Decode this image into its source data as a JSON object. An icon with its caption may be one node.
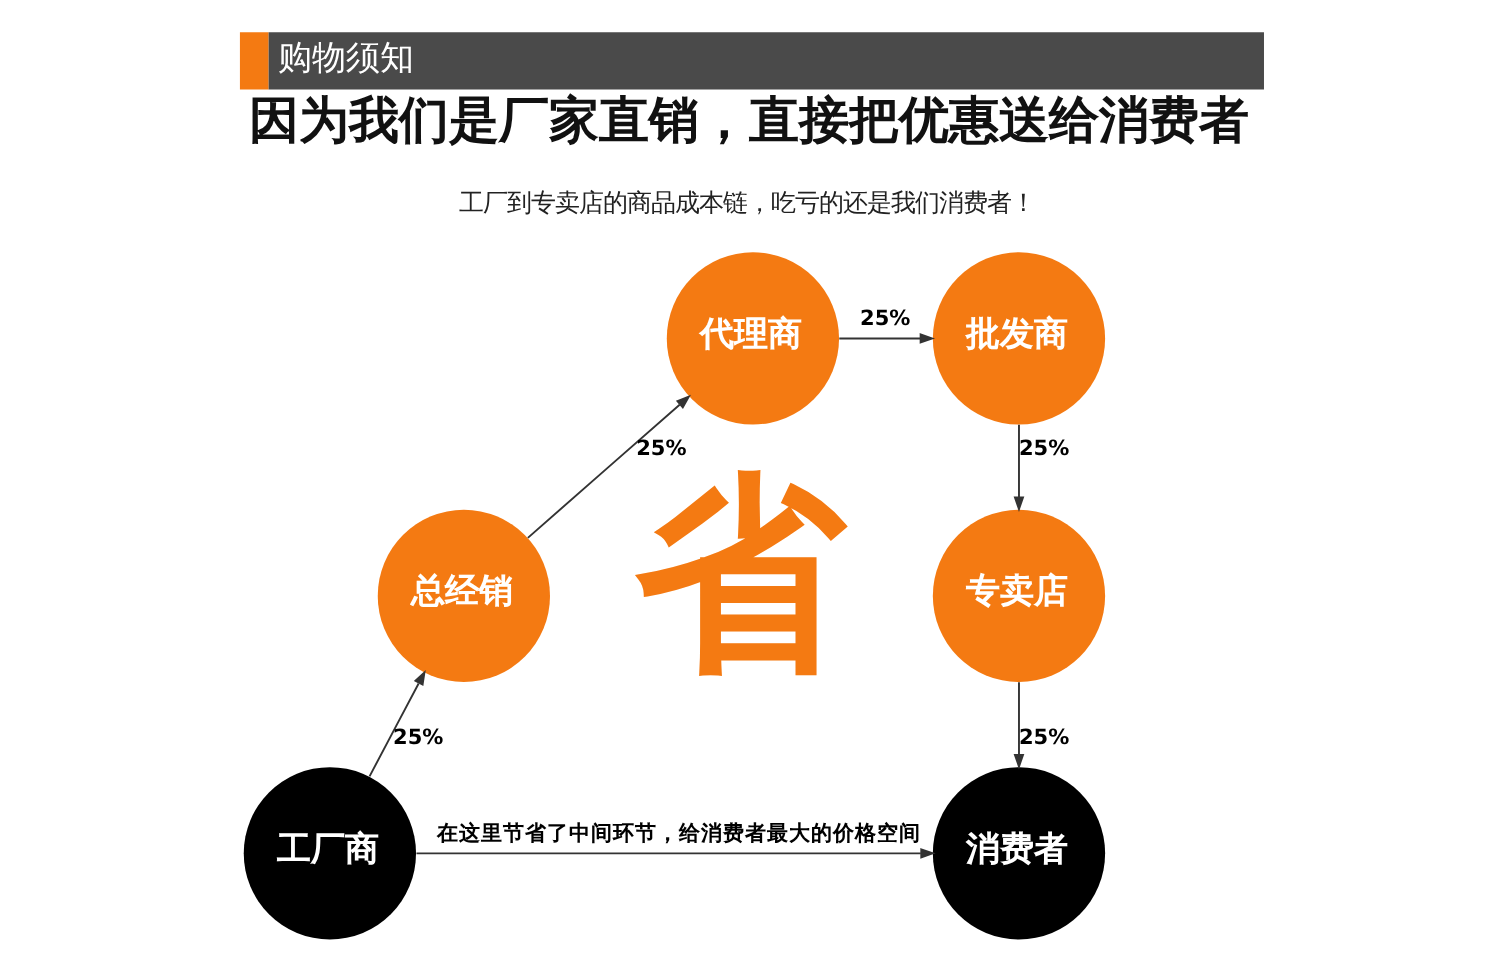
{
  "diagram": {
    "title": "购物须知",
    "nodes": [
      {
        "text": [
          "工厂商"
        ]
      },
      {
        "text": [
          "总经销"
        ]
      },
      {
        "text": [
          "代理商"
        ]
      },
      {
        "text": [
          "批发商"
        ]
      },
      {
        "text": [
          "专卖店"
        ]
      },
      {
        "text": [
          "消费者"
        ]
      }
    ],
    "edges": [
      {
        "from": 0,
        "to": 1,
        "arrow": "to",
        "label": "25%"
      },
      {
        "from": 1,
        "to": 2,
        "arrow": "to",
        "label": "25%"
      },
      {
        "from": 2,
        "to": 3,
        "arrow": "to",
        "label": "25%"
      },
      {
        "from": 3,
        "to": 4,
        "arrow": "to",
        "label": "25%"
      },
      {
        "from": 4,
        "to": 5,
        "arrow": "to",
        "label": "25%"
      },
      {
        "from": 0,
        "to": 5,
        "arrow": "to",
        "label": "在这里节省了中间环节，给消费者最大的价格空间"
      }
    ],
    "labels": [
      "因为我们是厂家直销，直接把优惠送给消费者",
      "工厂到专卖店的商品成本链，吃亏的还是我们消费者！",
      "省"
    ]
  }
}
